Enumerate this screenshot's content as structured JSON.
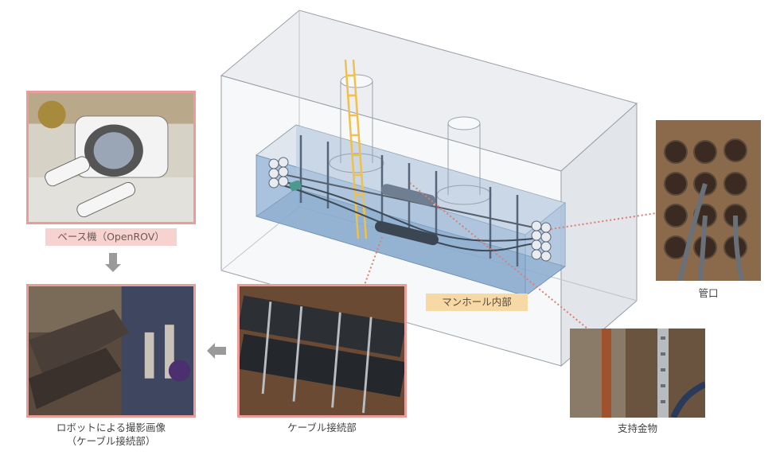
{
  "labels": {
    "base_machine": "ベース機（OpenROV）",
    "robot_image_line1": "ロボットによる撮影画像",
    "robot_image_line2": "（ケーブル接続部）",
    "cable_joint": "ケーブル接続部",
    "manhole_interior": "マンホール内部",
    "duct_mouth": "管口",
    "support_hardware": "支持金物"
  },
  "colors": {
    "photo_border": "#e99c98",
    "base_tag_bg": "#f7d3cf",
    "manhole_tag_bg": "#f7d9a6",
    "water": "#8fb0d3",
    "ladder": "#f0c04a",
    "arrow": "#9a9a9a",
    "leader_line": "#e07b72"
  }
}
